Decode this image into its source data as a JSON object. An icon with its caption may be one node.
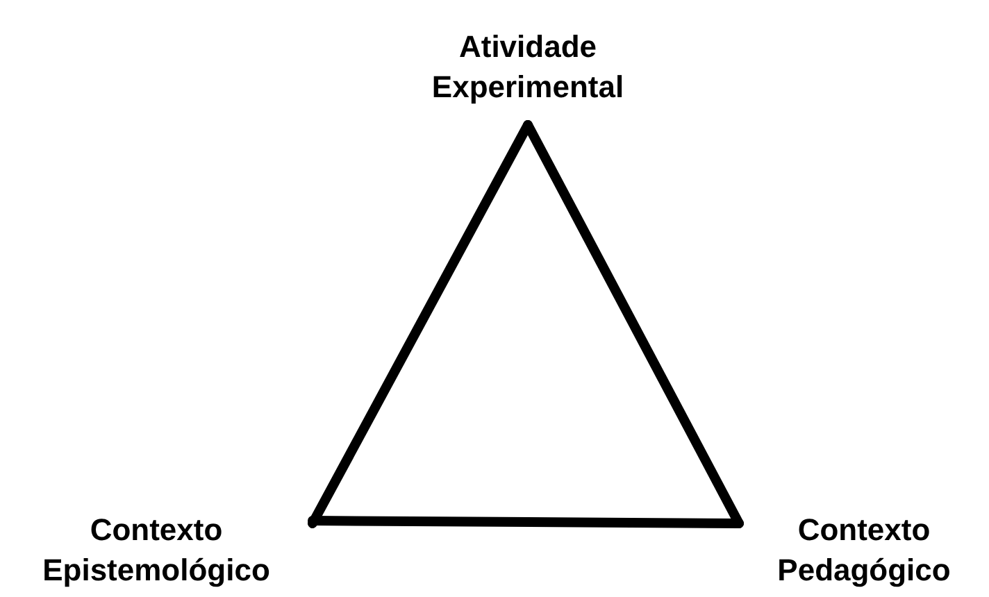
{
  "diagram": {
    "nodes": [
      {
        "text": [
          "Atividade Experimental"
        ]
      },
      {
        "text": [
          "Contexto Epistemológico"
        ]
      },
      {
        "text": [
          "Contexto Pedagógico"
        ]
      }
    ],
    "edges": [
      {
        "from": 0,
        "to": 1,
        "arrow": "none"
      },
      {
        "from": 0,
        "to": 2,
        "arrow": "none"
      },
      {
        "from": 1,
        "to": 2,
        "arrow": "none"
      }
    ]
  }
}
